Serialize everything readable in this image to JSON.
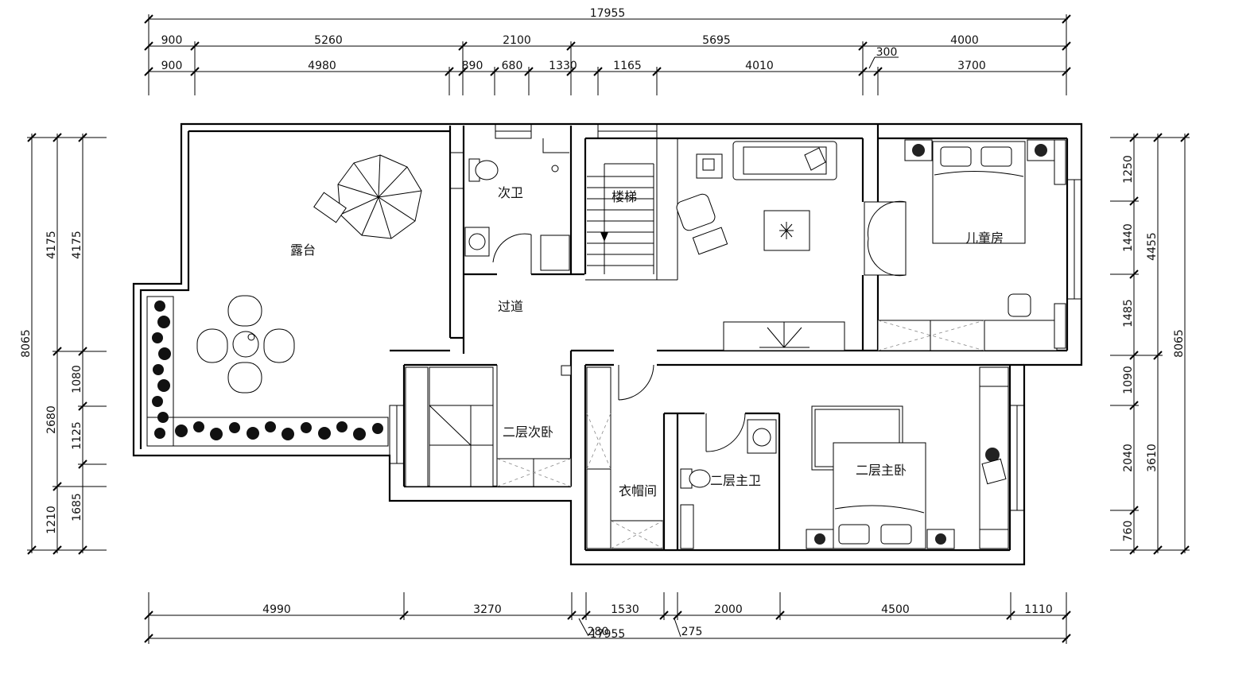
{
  "top_dims": {
    "total": "17955",
    "row1": [
      "900",
      "5260",
      "2100",
      "5695",
      "4000"
    ],
    "row2": [
      "900",
      "4980",
      "890",
      "680",
      "1330",
      "1165",
      "4010",
      "3700"
    ],
    "offset": "300"
  },
  "bottom_dims": {
    "row1": [
      "4990",
      "3270",
      "1530",
      "2000",
      "4500",
      "1110"
    ],
    "total": "17955",
    "small_a": "280",
    "small_b": "275"
  },
  "left_dims": {
    "outer": [
      "8065"
    ],
    "middle": [
      "4175",
      "2680",
      "1210"
    ],
    "inner": [
      "4175",
      "1080",
      "1125",
      "1685"
    ]
  },
  "right_dims": {
    "inner": [
      "1250",
      "1440",
      "1485",
      "1090",
      "2040",
      "760"
    ],
    "middle": [
      "4455",
      "3610"
    ],
    "outer": [
      "8065"
    ]
  },
  "rooms": {
    "terrace": "露台",
    "second_bath": "次卫",
    "stairs": "楼梯",
    "corridor": "过道",
    "kids_room": "儿童房",
    "second_bedroom": "二层次卧",
    "cloakroom": "衣帽间",
    "master_bath": "二层主卫",
    "master_bedroom": "二层主卧"
  }
}
